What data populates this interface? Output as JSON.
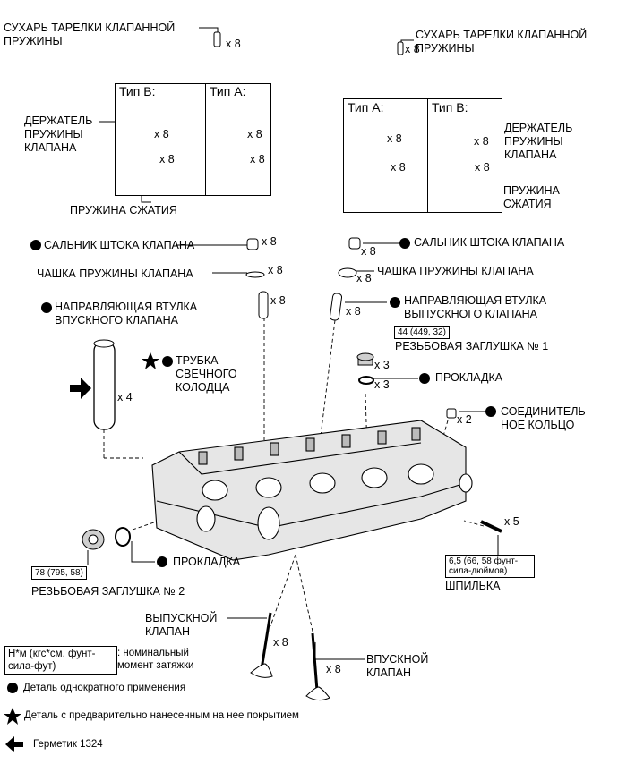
{
  "top_left": {
    "label": "СУХАРЬ ТАРЕЛКИ КЛАПАННОЙ\nПРУЖИНЫ",
    "qty": "x 8"
  },
  "top_right": {
    "label": "СУХАРЬ ТАРЕЛКИ КЛАПАННОЙ\nПРУЖИНЫ",
    "qty": "x 8"
  },
  "left_group": {
    "type_b": "Тип B:",
    "type_a": "Тип A:",
    "holder_label": "ДЕРЖАТЕЛЬ\nПРУЖИНЫ\nКЛАПАНА",
    "spring_label": "ПРУЖИНА СЖАТИЯ",
    "qty": "x 8"
  },
  "right_group": {
    "type_a": "Тип A:",
    "type_b": "Тип B:",
    "holder_label": "ДЕРЖАТЕЛЬ\nПРУЖИНЫ\nКЛАПАНА",
    "spring_label": "ПРУЖИНА\nСЖАТИЯ",
    "qty": "x 8"
  },
  "left_parts": {
    "seal": "САЛЬНИК ШТОКА КЛАПАНА",
    "seal_qty": "x 8",
    "cup": "ЧАШКА ПРУЖИНЫ КЛАПАНА",
    "cup_qty": "x 8",
    "guide": "НАПРАВЛЯЮЩАЯ ВТУЛКА\nВПУСКНОГО КЛАПАНА",
    "guide_qty": "x 8",
    "tube": "ТРУБКА\nСВЕЧНОГО\nКОЛОДЦА",
    "tube_qty": "x 4"
  },
  "right_parts": {
    "seal": "САЛЬНИК ШТОКА КЛАПАНА",
    "seal_qty": "x 8",
    "cup": "ЧАШКА ПРУЖИНЫ КЛАПАНА",
    "cup_qty": "x 8",
    "guide": "НАПРАВЛЯЮЩАЯ ВТУЛКА\nВЫПУСКНОГО КЛАПАНА",
    "guide_qty": "x 8",
    "plug1_torque": "44 (449, 32)",
    "plug1": "РЕЗЬБОВАЯ ЗАГЛУШКА № 1",
    "plug1_qty": "x 3",
    "gasket": "ПРОКЛАДКА",
    "gasket_qty": "x 3",
    "ring": "СОЕДИНИТЕЛЬ-\nНОЕ КОЛЬЦО",
    "ring_qty": "x 2"
  },
  "bottom": {
    "plug2_torque": "78 (795, 58)",
    "plug2": "РЕЗЬБОВАЯ ЗАГЛУШКА № 2",
    "gasket": "ПРОКЛАДКА",
    "stud_torque": "6,5 (66, 58 фунт-\nсила-дюймов)",
    "stud": "ШПИЛЬКА",
    "stud_qty": "x 5",
    "exhaust_valve": "ВЫПУСКНОЙ\nКЛАПАН",
    "exhaust_qty": "x 8",
    "intake_valve": "ВПУСКНОЙ\nКЛАПАН",
    "intake_qty": "x 8"
  },
  "legend": {
    "torque_box": "Н*м (кгс*см, фунт-\nсила-фут)",
    "torque_desc": ": номинальный\nмомент затяжки",
    "non_reusable": "Деталь однократного применения",
    "precoated": "Деталь с предварительно нанесенным на нее покрытием",
    "sealant": "Герметик 1324"
  }
}
